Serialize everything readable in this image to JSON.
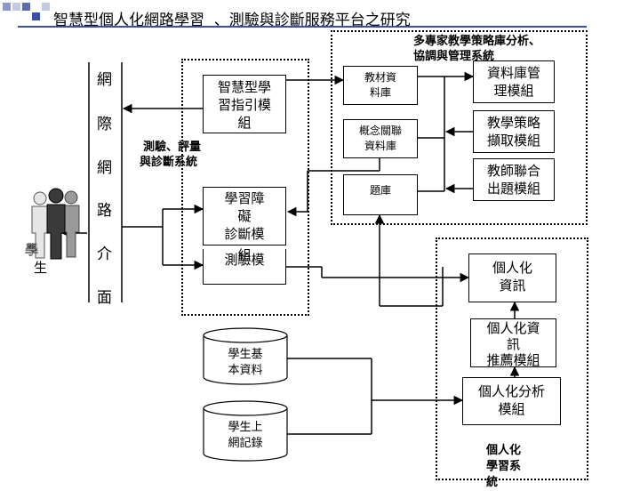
{
  "title": "智慧型個人化網路學習  、測驗與診斷服務平台之研究",
  "colors": {
    "accent": "#3a4fa6",
    "sq1": "#8a96cc",
    "sq2": "#c3c9e6",
    "sq3": "#5c6ab8"
  },
  "interface_label": [
    "網",
    "際",
    "網",
    "路",
    "介",
    "面"
  ],
  "student": {
    "glyph": "學",
    "label": "生"
  },
  "expert_system": {
    "label_line1": "多專家教學策略庫分析、",
    "label_line2": "協調與管理系統"
  },
  "test_system": {
    "label_line1": "測驗、評量",
    "label_line2": "與診斷系統"
  },
  "personal_system": {
    "label_line1": "個人化",
    "label_line2": "學習系",
    "label_line3": "統"
  },
  "boxes": {
    "guide": {
      "line1": "智慧型學",
      "line2": "習指引模",
      "line3": "組"
    },
    "diagnosis": {
      "line1": "學習障",
      "line2": "礙",
      "line3": "診斷模",
      "line4": "組"
    },
    "test": {
      "line1": "測驗模"
    },
    "materials": {
      "line1": "教材資",
      "line2": "料庫"
    },
    "concept": {
      "line1": "概念關聯",
      "line2": "資料庫"
    },
    "bank": {
      "line1": "題庫"
    },
    "db_mgmt": {
      "line1": "資料庫管",
      "line2": "理模組"
    },
    "strategy": {
      "line1": "教學策略",
      "line2": "擷取模組"
    },
    "teacher": {
      "line1": "教師聯合",
      "line2": "出題模組"
    },
    "pinfo": {
      "line1": "個人化",
      "line2": "資訊"
    },
    "precommend": {
      "line1": "個人化資",
      "line2": "訊",
      "line3": "推薦模組"
    },
    "panalysis": {
      "line1": "個人化分析",
      "line2": "模組"
    }
  },
  "cylinders": {
    "basic": {
      "line1": "學生基",
      "line2": "本資料"
    },
    "log": {
      "line1": "學生上",
      "line2": "網記錄"
    }
  }
}
